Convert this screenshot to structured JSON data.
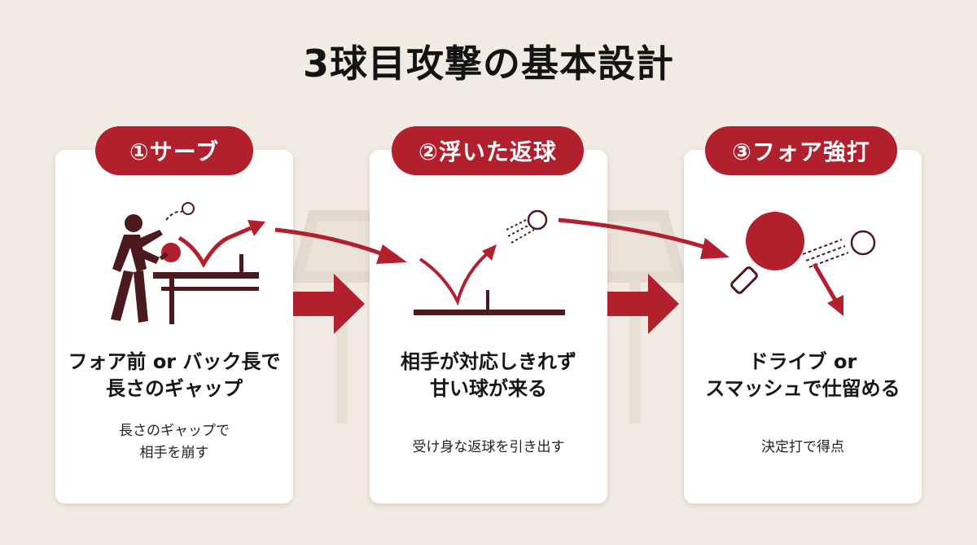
{
  "title": "3球目攻撃の基本設計",
  "colors": {
    "accent": "#b21f2d",
    "dark": "#4a1a1f",
    "background": "#f1ebe3",
    "card": "#ffffff"
  },
  "steps": [
    {
      "label": "①サーブ",
      "heading": [
        "フォア前 or バック長で",
        "長さのギャップ"
      ],
      "description": [
        "長さのギャップで",
        "相手を崩す"
      ],
      "icon": "serving-player-icon"
    },
    {
      "label": "②浮いた返球",
      "heading": [
        "相手が対応しきれず",
        "甘い球が来る"
      ],
      "description": [
        "受け身な返球を引き出す"
      ],
      "icon": "floating-return-icon"
    },
    {
      "label": "③フォア強打",
      "heading": [
        "ドライブ or",
        "スマッシュで仕留める"
      ],
      "description": [
        "決定打で得点"
      ],
      "icon": "paddle-smash-icon"
    }
  ]
}
